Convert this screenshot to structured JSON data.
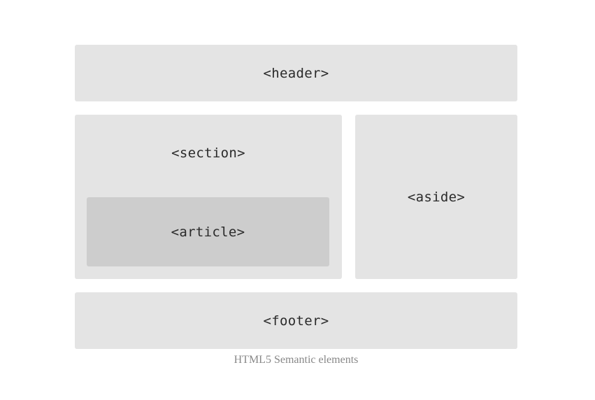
{
  "diagram": {
    "header_label": "<header>",
    "section_label": "<section>",
    "article_label": "<article>",
    "aside_label": "<aside>",
    "footer_label": "<footer>",
    "caption": "HTML5 Semantic elements"
  },
  "colors": {
    "box_fill": "#e4e4e4",
    "article_fill": "#cdcdcd",
    "text": "#2a2a2a",
    "background": "#ffffff"
  }
}
